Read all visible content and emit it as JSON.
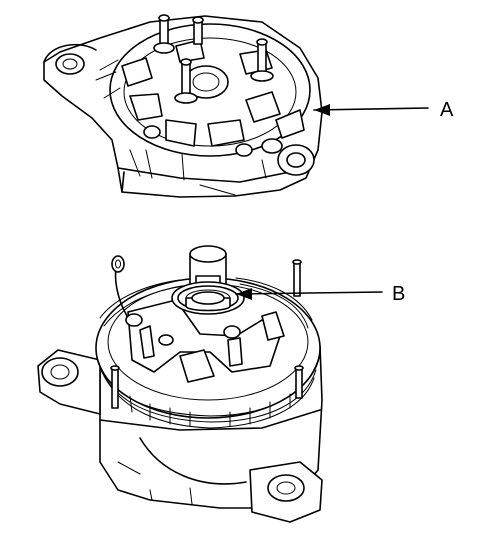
{
  "diagram": {
    "callouts": [
      {
        "id": "a",
        "label": "A"
      },
      {
        "id": "b",
        "label": "B"
      }
    ]
  }
}
